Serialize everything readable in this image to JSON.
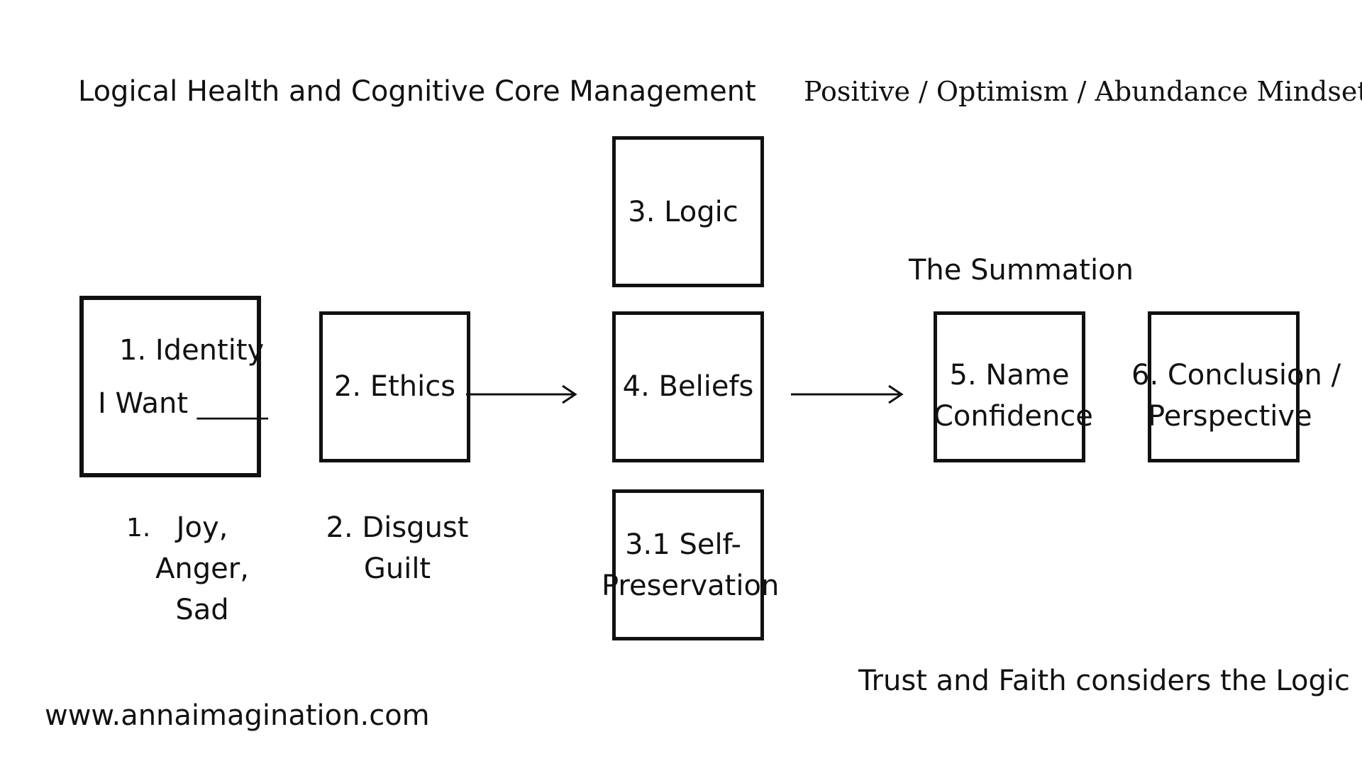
{
  "headings": {
    "left": "Logical Health and Cognitive Core Management",
    "right": "Positive / Optimism / Abundance Mindset"
  },
  "boxes": {
    "identity": {
      "title": "1. Identity",
      "subtitle": "I Want _____"
    },
    "ethics": {
      "title": "2. Ethics"
    },
    "logic": {
      "title": "3. Logic"
    },
    "beliefs": {
      "title": "4. Beliefs"
    },
    "self_preservation": {
      "line1": "3.1 Self-",
      "line2": "Preservation"
    },
    "name_confidence": {
      "line1": "5. Name",
      "line2": "Confidence"
    },
    "conclusion": {
      "line1": "6. Conclusion /",
      "line2": "Perspective"
    }
  },
  "labels": {
    "summation": "The Summation",
    "emotions": {
      "number": "1.",
      "line1": "Joy,",
      "line2": "Anger,",
      "line3": "Sad"
    },
    "ethics_emotions": {
      "line1": "2. Disgust",
      "line2": "Guilt"
    },
    "trust": "Trust and Faith considers the Logic",
    "website": "www.annaimagination.com"
  }
}
